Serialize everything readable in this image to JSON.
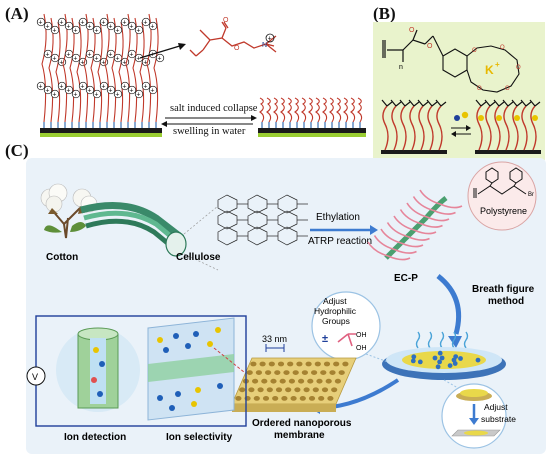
{
  "panel_a": {
    "letter": "(A)",
    "collapse_label": "salt induced collapse",
    "swelling_label": "swelling in water",
    "charge_symbol": "+"
  },
  "panel_b": {
    "letter": "(B)",
    "ion_label": "K",
    "ion_superscript": "+",
    "repeat_n": "n",
    "background_color": "#e9f3cc"
  },
  "panel_c": {
    "letter": "(C)",
    "labels": {
      "cotton": "Cotton",
      "cellulose": "Cellulose",
      "ethylation": "Ethylation",
      "atrp": "ATRP reaction",
      "ecp": "EC-P",
      "polystyrene": "Polystyrene",
      "br": "Br",
      "breath_figure_1": "Breath figure",
      "breath_figure_2": "method",
      "adjust_hydro_1": "Adjust",
      "adjust_hydro_2": "Hydrophilic",
      "adjust_hydro_3": "Groups",
      "oh1": "OH",
      "oh2": "OH",
      "pm_symbol": "±",
      "pore_size": "33 nm",
      "ordered_1": "Ordered nanoporous",
      "ordered_2": "membrane",
      "adjust_sub_1": "Adjust",
      "adjust_sub_2": "substrate",
      "ion_detection": "Ion detection",
      "ion_selectivity": "Ion selectivity",
      "voltmeter": "V"
    },
    "background_color": "#eaf2f9"
  }
}
